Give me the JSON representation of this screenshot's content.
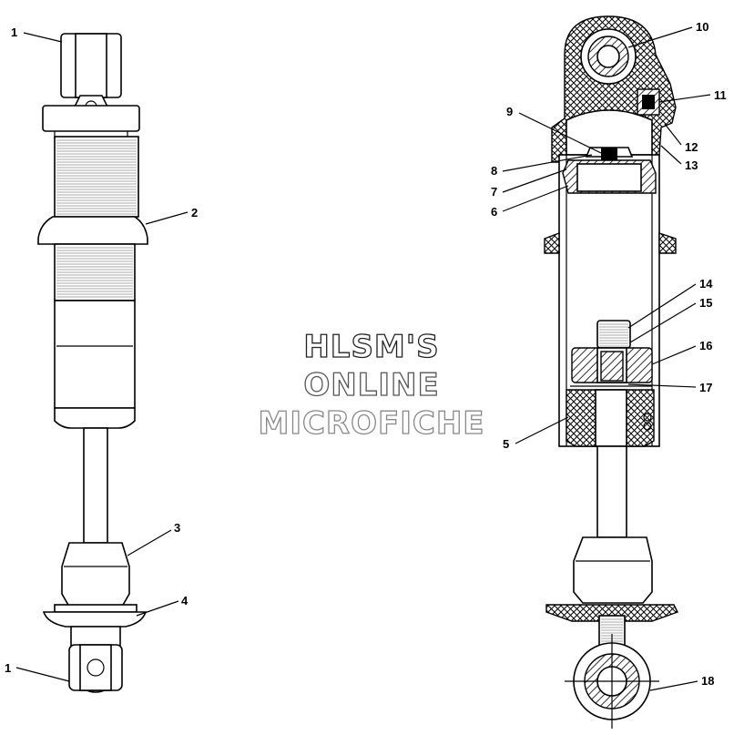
{
  "watermark": {
    "line1": "HLSM'S",
    "line2": "ONLINE",
    "line3": "MICROFICHE"
  },
  "callouts": {
    "left": [
      "1",
      "2",
      "3",
      "4",
      "1"
    ],
    "right": [
      "10",
      "11",
      "9",
      "12",
      "8",
      "13",
      "7",
      "6",
      "14",
      "15",
      "16",
      "17",
      "5",
      "18"
    ]
  }
}
